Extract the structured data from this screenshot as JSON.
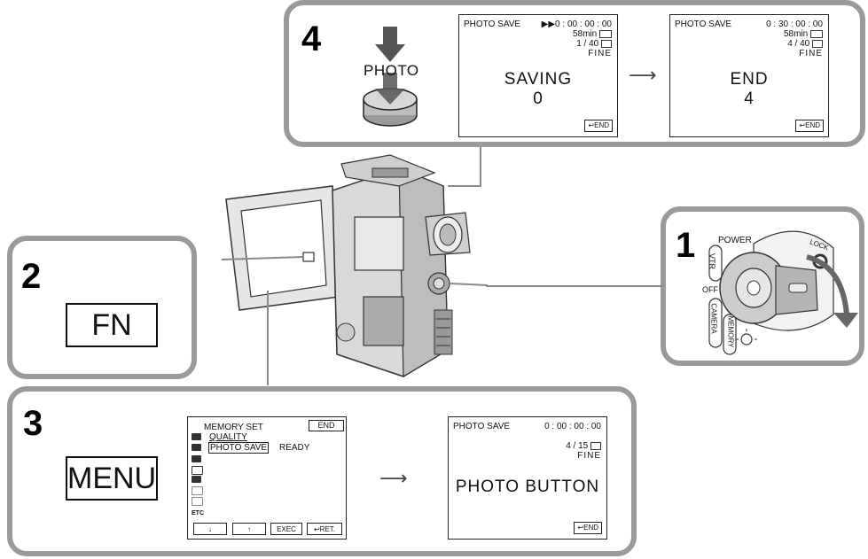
{
  "step4": {
    "number": "4",
    "button_label": "PHOTO",
    "screen1": {
      "title": "PHOTO SAVE",
      "timecode": "▶▶0 : 00 : 00 : 00",
      "remaining": "58min",
      "count": "1 / 40",
      "quality": "FINE",
      "status": "SAVING",
      "value": "0",
      "end_button": "END"
    },
    "screen2": {
      "title": "PHOTO SAVE",
      "timecode": "0 : 30 : 00 : 00",
      "remaining": "58min",
      "count": "4 / 40",
      "quality": "FINE",
      "status": "END",
      "value": "4",
      "end_button": "END"
    }
  },
  "step2": {
    "number": "2",
    "key": "FN"
  },
  "step1": {
    "number": "1",
    "power": "POWER",
    "lock": "LOCK",
    "vtr": "VTR",
    "off": "OFF",
    "camera": "CAMERA",
    "memory": "MEMORY"
  },
  "step3": {
    "number": "3",
    "key": "MENU",
    "menu_screen": {
      "title": "MEMORY SET",
      "end": "END",
      "item1": "QUALITY",
      "item2": "PHOTO SAVE",
      "item2_value": "READY",
      "etc": "ETC",
      "btn_down": "↓",
      "btn_up": "↑",
      "btn_exec": "EXEC",
      "btn_ret": "RET."
    },
    "result_screen": {
      "title": "PHOTO SAVE",
      "timecode": "0 : 00 : 00 : 00",
      "count": "4 / 15",
      "quality": "FINE",
      "message": "PHOTO BUTTON",
      "end_button": "END"
    }
  }
}
